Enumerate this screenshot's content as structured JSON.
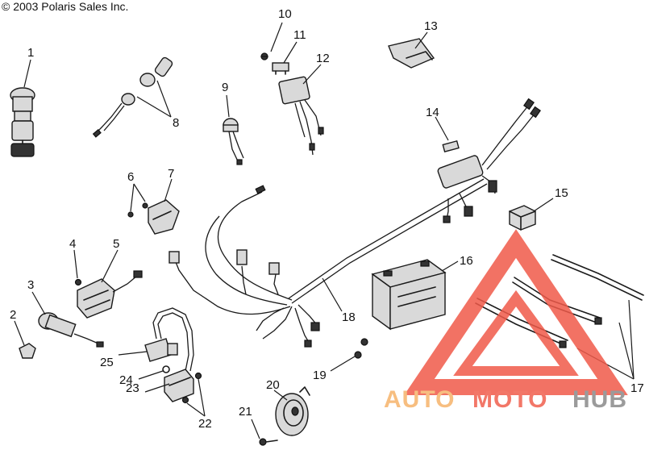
{
  "copyright": "© 2003 Polaris Sales Inc.",
  "callouts": [
    "1",
    "2",
    "3",
    "4",
    "5",
    "6",
    "7",
    "8",
    "9",
    "10",
    "11",
    "12",
    "13",
    "14",
    "15",
    "16",
    "17",
    "18",
    "19",
    "20",
    "21",
    "22",
    "23",
    "24",
    "25"
  ],
  "watermark": {
    "part_auto": "AUTO",
    "part_moto": "MOTO",
    "part_hub": "HUB",
    "color_auto": "#f6b36a",
    "color_moto": "#f0604e",
    "color_hub": "#8a8a8a",
    "triangle_color": "#f05a4a"
  }
}
